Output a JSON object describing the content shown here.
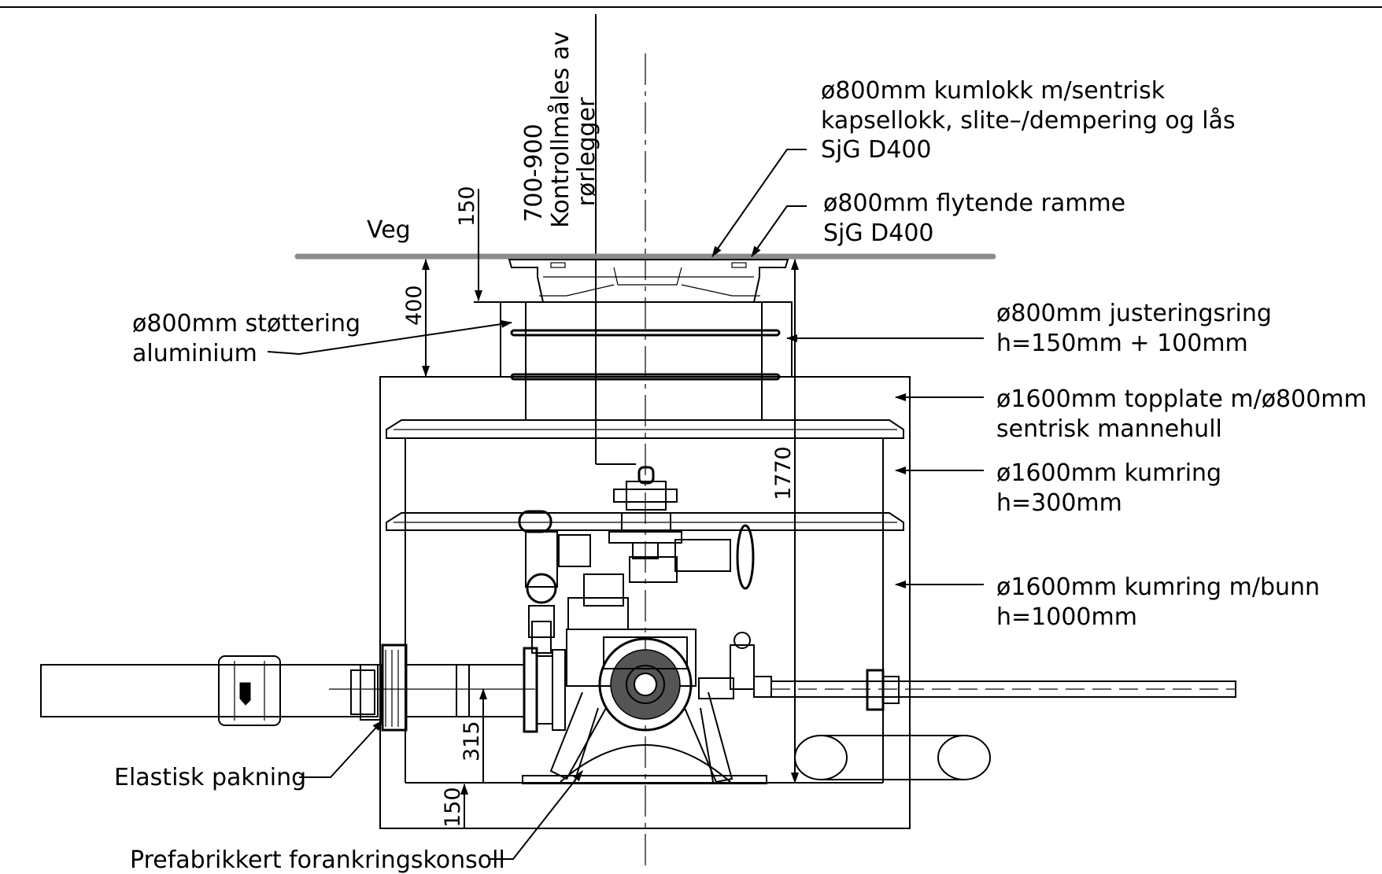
{
  "labels": {
    "veg": "Veg",
    "kumlokk_1": "ø800mm kumlokk m/sentrisk",
    "kumlokk_2": "kapsellokk, slite–/dempering og lås",
    "kumlokk_3": "SjG D400",
    "ramme_1": "ø800mm flytende ramme",
    "ramme_2": "SjG D400",
    "stottering_1": "ø800mm støttering",
    "stottering_2": "aluminium",
    "justering_1": "ø800mm justeringsring",
    "justering_2": "h=150mm + 100mm",
    "topplate_1": "ø1600mm topplate m/ø800mm",
    "topplate_2": "sentrisk mannehull",
    "kumring_1": "ø1600mm kumring",
    "kumring_2": "h=300mm",
    "kumring_bunn_1": "ø1600mm kumring m/bunn",
    "kumring_bunn_2": "h=1000mm",
    "pakning": "Elastisk pakning",
    "konsoll": "Prefabrikkert forankringskonsoll",
    "kontroll_1": "700-900",
    "kontroll_2": "Kontrollmåles av",
    "kontroll_3": "rørlegger"
  },
  "dimensions": {
    "d150_top": "150",
    "d400": "400",
    "d1770": "1770",
    "d315": "315",
    "d150_bottom": "150"
  },
  "colors": {
    "road": "#8c8c8c",
    "line": "#000000"
  }
}
